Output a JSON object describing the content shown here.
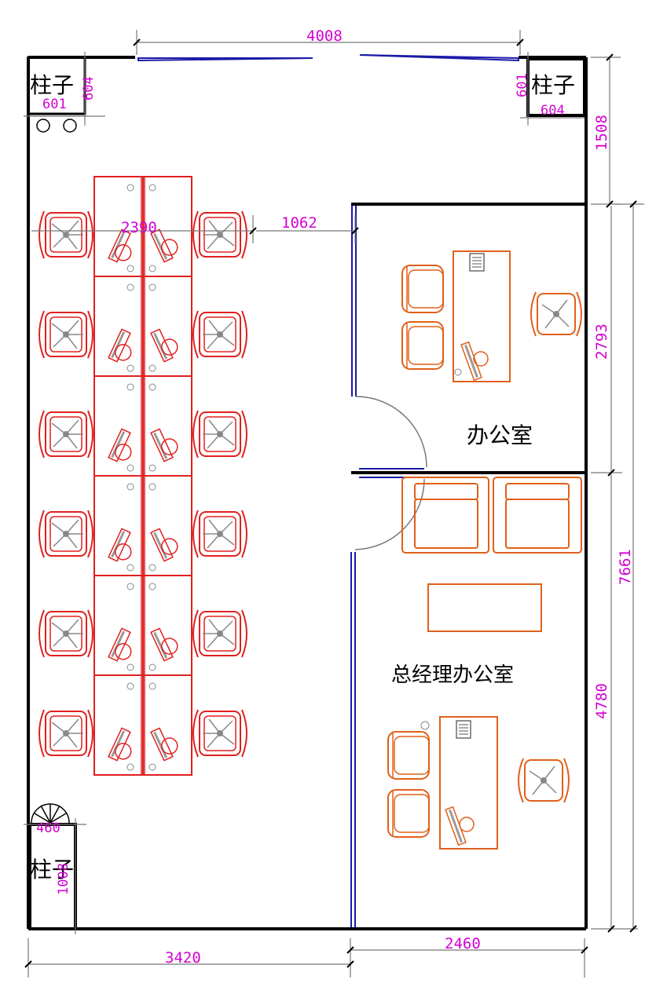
{
  "labels": {
    "column": "柱子",
    "office": "办公室",
    "gm_office": "总经理办公室"
  },
  "dimensions": {
    "top_width": "4008",
    "top_right_col_h": "1508",
    "open_desk_width": "2390",
    "aisle": "1062",
    "office_h": "2793",
    "total_h": "7661",
    "gm_office_h": "4780",
    "bottom_left": "3420",
    "bottom_right": "2460",
    "col_tl_w": "601",
    "col_tl_h": "604",
    "col_tr_w": "604",
    "col_tr_h": "601",
    "col_bl_w": "460",
    "col_bl_h": "1008"
  },
  "colors": {
    "wall": "#000000",
    "glass": "#1a1aa8",
    "dimension": "#d400d4",
    "workstation": "#e02020",
    "office_furniture": "#e0601a",
    "door": "#777777"
  }
}
